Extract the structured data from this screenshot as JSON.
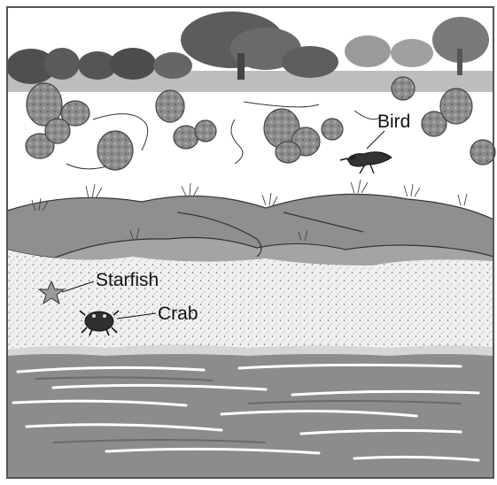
{
  "labels": {
    "bird": "Bird",
    "starfish": "Starfish",
    "crab": "Crab"
  },
  "colors": {
    "frame": "#555555",
    "sky": "#ffffff",
    "trees": "#5a5a5a",
    "bushes": "#8a8a8a",
    "dunes": "#8f8f8f",
    "sand": "#efefef",
    "water": "#8c8c8c",
    "foam": "#ffffff"
  }
}
